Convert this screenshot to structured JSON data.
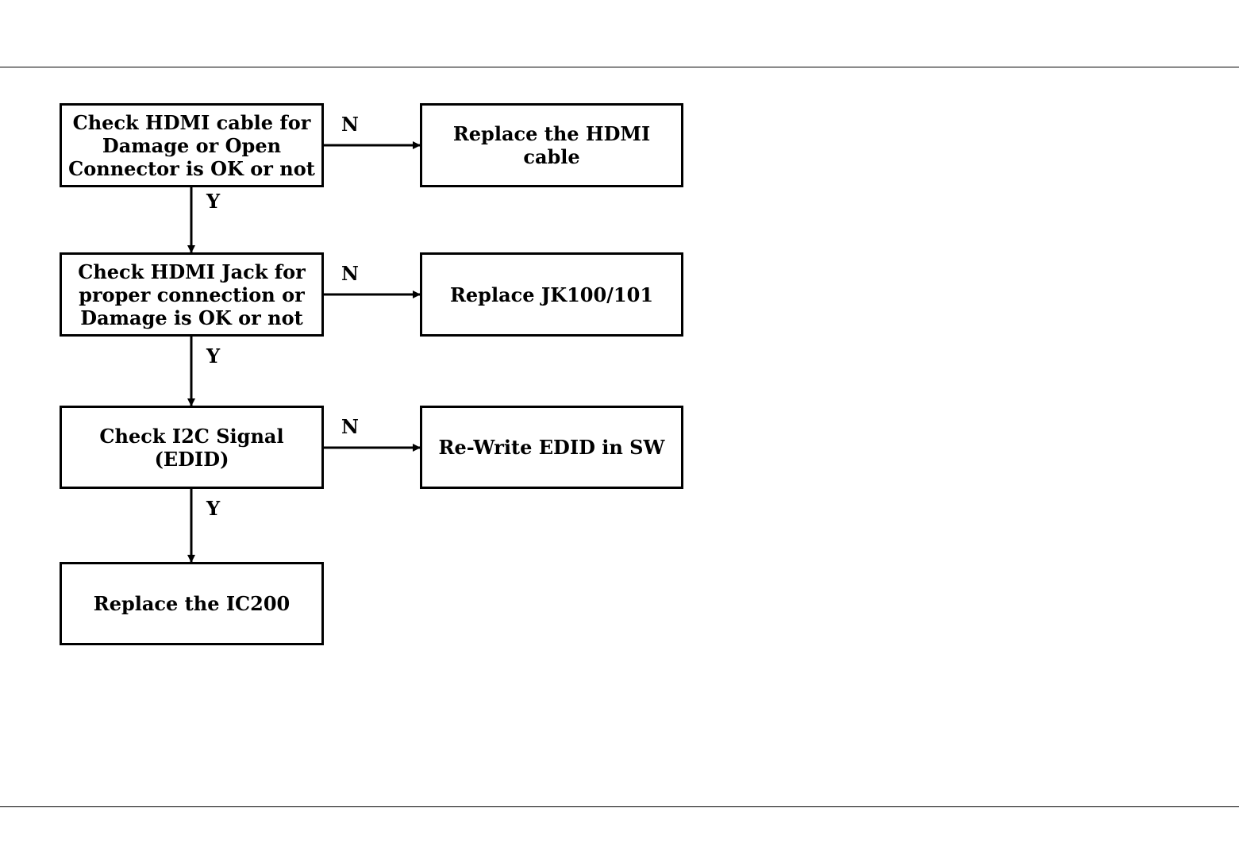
{
  "flowchart": {
    "steps": [
      {
        "check": "Check HDMI cable for\nDamage or Open\nConnector is OK or not",
        "no_label": "N",
        "no_action": "Replace the HDMI cable",
        "yes_label": "Y"
      },
      {
        "check": "Check HDMI Jack for\nproper connection or\nDamage is OK or not",
        "no_label": "N",
        "no_action": "Replace JK100/101",
        "yes_label": "Y"
      },
      {
        "check": "Check I2C Signal\n(EDID)",
        "no_label": "N",
        "no_action": "Re-Write EDID in SW",
        "yes_label": "Y"
      }
    ],
    "final_action": "Replace the IC200"
  }
}
